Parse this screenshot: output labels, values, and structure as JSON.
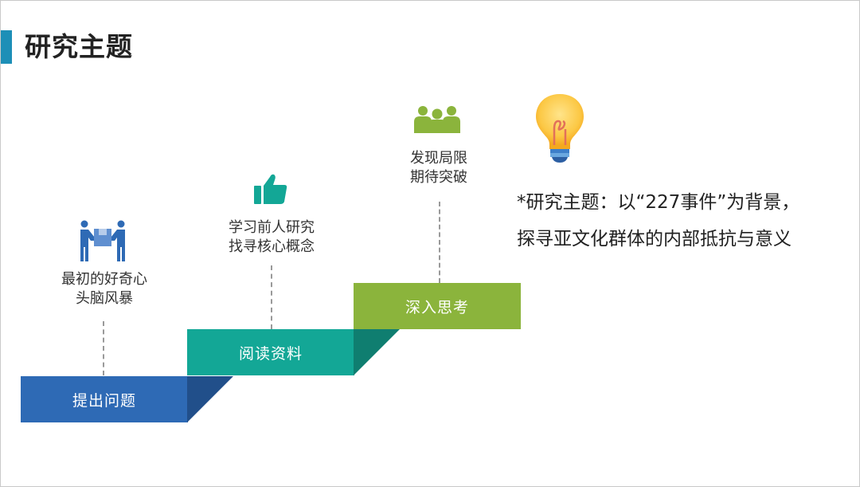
{
  "slide": {
    "title": "研究主题",
    "colors": {
      "accent_bar": "#1d8fb7",
      "step1": "#2e6ab5",
      "step2": "#13a796",
      "step3": "#8bb43c"
    },
    "steps": [
      {
        "label": "提出问题",
        "note_lines": [
          "最初的好奇心",
          "头脑风暴"
        ],
        "icon": "people-carrying-box-icon"
      },
      {
        "label": "阅读资料",
        "note_lines": [
          "学习前人研究",
          "找寻核心概念"
        ],
        "icon": "thumbs-up-icon"
      },
      {
        "label": "深入思考",
        "note_lines": [
          "发现局限",
          "期待突破"
        ],
        "icon": "team-group-icon"
      }
    ],
    "idea_icon": "lightbulb-icon",
    "description_lines": [
      "*研究主题：以“227事件”为背景，",
      "探寻亚文化群体的内部抵抗与意义"
    ]
  }
}
